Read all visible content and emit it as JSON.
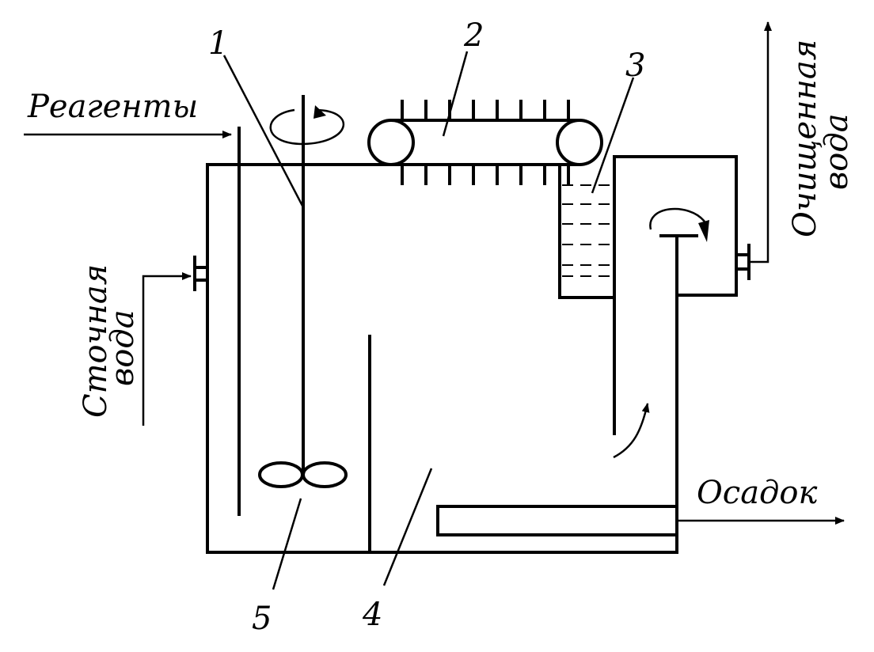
{
  "labels": {
    "reagents": "Реагенты",
    "wastewater_line1": "Сточная",
    "wastewater_line2": "вода",
    "treated_line1": "Очищенная",
    "treated_line2": "вода",
    "sediment": "Осадок"
  },
  "numbers": {
    "n1": "1",
    "n2": "2",
    "n3": "3",
    "n4": "4",
    "n5": "5"
  }
}
